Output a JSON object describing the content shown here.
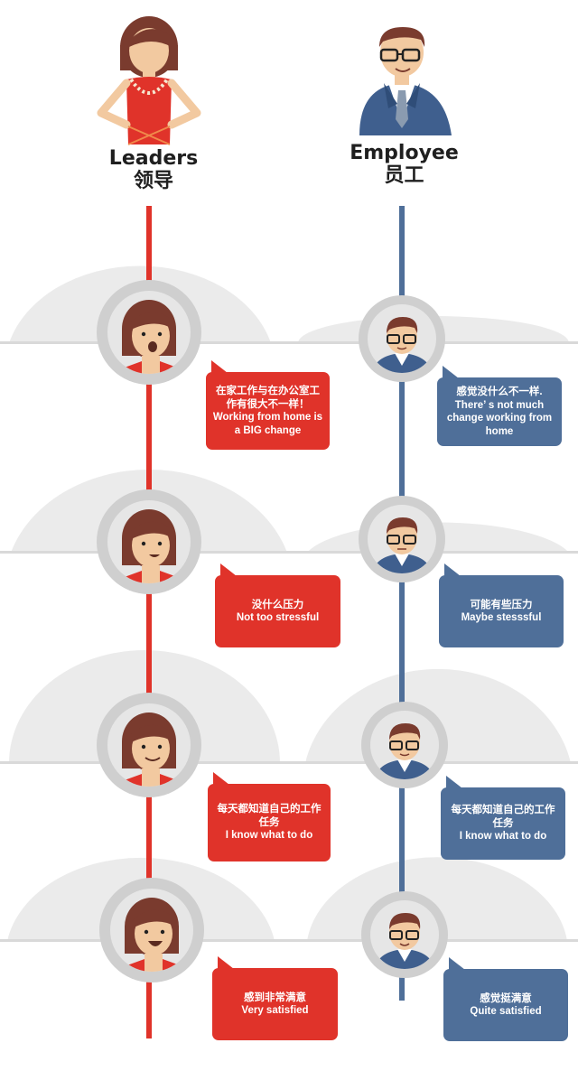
{
  "columns": {
    "leaders": {
      "title_en": "Leaders",
      "title_zh": "领导"
    },
    "employee": {
      "title_en": "Employee",
      "title_zh": "员工"
    }
  },
  "stages": [
    {
      "leader": {
        "zh": "在家工作与在办公室工作有很大不一样！",
        "en": "Working from home is a BIG change"
      },
      "employee": {
        "zh": "感觉没什么不一样.",
        "en": "There’ s not much change working from home"
      }
    },
    {
      "leader": {
        "zh": "没什么压力",
        "en": "Not too stressful"
      },
      "employee": {
        "zh": "可能有些压力",
        "en": "Maybe stesssful"
      }
    },
    {
      "leader": {
        "zh": "每天都知道自己的工作任务",
        "en": "I know what to do"
      },
      "employee": {
        "zh": "每天都知道自己的工作任务",
        "en": "I know what to do"
      }
    },
    {
      "leader": {
        "zh": "感到非常满意",
        "en": "Very satisfied"
      },
      "employee": {
        "zh": "感觉挺满意",
        "en": "Quite satisfied"
      }
    }
  ],
  "colors": {
    "leader_red": "#e0332a",
    "employee_blue": "#4f6f99",
    "dome_gray": "#ebebeb",
    "avatar_ring": "#cfcfcf",
    "hair_brown": "#7a3b2e",
    "skin": "#f2c9a0"
  }
}
